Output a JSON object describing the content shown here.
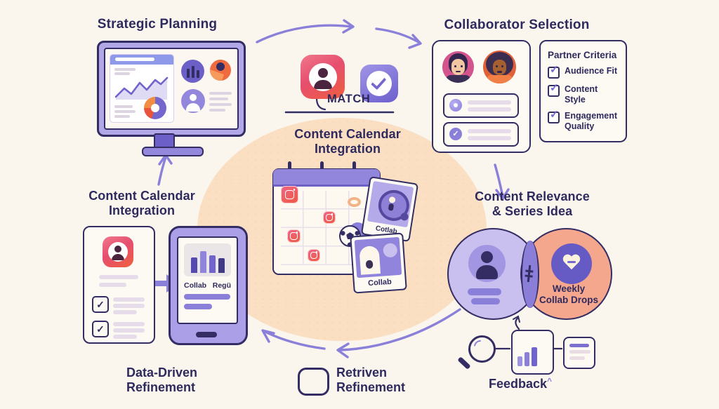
{
  "colors": {
    "background": "#faf6ee",
    "peach_blob": "#fbdfc2",
    "arrow_purple": "#8b80d9",
    "navy_ink": "#2f2a5e",
    "lavender_device": "#b2a7e7",
    "salmon_circle": "#f5a78d",
    "venn_purple": "#c9c0ef",
    "instagram_pink": "#e64e6e",
    "instagram_orange": "#ef5f3d"
  },
  "icons": {
    "checkmark": "✓",
    "caret": "^",
    "overlap_symbol": "ǂ"
  },
  "nodes": {
    "strategic": {
      "title": "Strategic Planning"
    },
    "collaborator": {
      "title": "Collaborator Selection",
      "criteria": {
        "title": "Partner Criteria",
        "items": [
          "Audience Fit",
          "Content Style",
          "Engagement Quality"
        ]
      }
    },
    "match": {
      "label": "MATCH"
    },
    "calendar_center": {
      "title_line1": "Content Calendar",
      "title_line2": "Integration",
      "polaroids": [
        {
          "caption": "Cotlab"
        },
        {
          "caption": "Collab"
        }
      ]
    },
    "calendar_left": {
      "title_line1": "Content Calendar",
      "title_line2": "Integration"
    },
    "phone": {
      "tab_left": "Collab",
      "tab_right": "Regü"
    },
    "relevance": {
      "title_line1": "Content Relevance",
      "title_line2": "& Series Idea",
      "venn_right_line1": "Weekly",
      "venn_right_line2": "Collab Drops"
    },
    "data_driven": {
      "title_line1": "Data-Driven",
      "title_line2": "Refinement"
    },
    "retriven": {
      "title_line1": "Retriven",
      "title_line2": "Refinement"
    },
    "feedback": {
      "title": "Feedback"
    }
  }
}
